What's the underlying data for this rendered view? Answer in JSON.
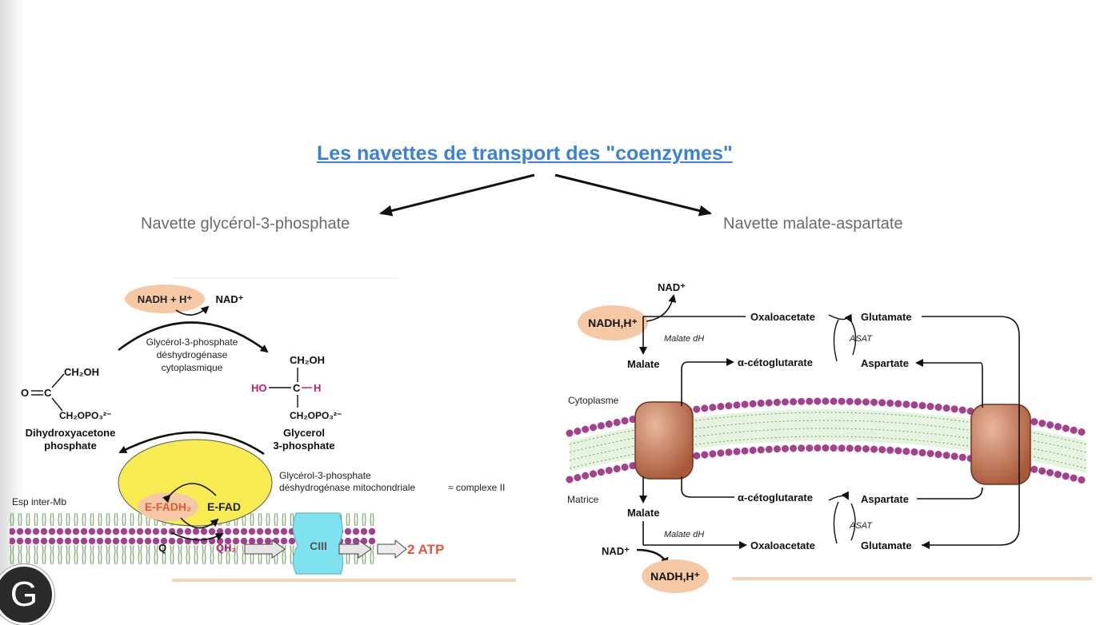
{
  "title": "Les navettes de transport des \"coenzymes\"",
  "left_branch": "Navette glycérol-3-phosphate",
  "right_branch": "Navette malate-aspartate",
  "left": {
    "nadh": "NADH + H⁺",
    "nad": "NAD⁺",
    "enzyme_cyto": [
      "Glycérol-3-phosphate",
      "déshydrogénase",
      "cytoplasmique"
    ],
    "dhap_name": [
      "Dihydroxyacetone",
      "phosphate"
    ],
    "g3p_name": [
      "Glycerol",
      "3-phosphate"
    ],
    "enzyme_mito": [
      "Glycérol-3-phosphate",
      "déshydrogénase mitochondriale"
    ],
    "complex_note": "≈ complexe II",
    "esp_label": "Esp inter-Mb",
    "efadh2": "E-FADH₂",
    "efad": "E-FAD",
    "q": "Q",
    "qh2": "QH₂",
    "ciii": "CIII",
    "atp": "2 ATP"
  },
  "right": {
    "nad_top": "NAD⁺",
    "nadh_top": "NADH,H⁺",
    "malate_dh_top": "Malate dH",
    "malate_top": "Malate",
    "oxaloacetate_top": "Oxaloacetate",
    "glutamate_top": "Glutamate",
    "asat_top": "ASAT",
    "akg_top": "α-cétoglutarate",
    "aspartate_top": "Aspartate",
    "cytoplasme": "Cytoplasme",
    "matrice": "Matrice",
    "akg_bottom": "α-cétoglutarate",
    "aspartate_bottom": "Aspartate",
    "asat_bottom": "ASAT",
    "malate_bottom": "Malate",
    "malate_dh_bottom": "Malate dH",
    "nad_bottom": "NAD⁺",
    "oxaloacetate_bottom": "Oxaloacetate",
    "glutamate_bottom": "Glutamate",
    "nadh_bottom": "NADH,H⁺"
  },
  "logo_letter": "G",
  "colors": {
    "title": "#3b82d6",
    "atp": "#e8553a",
    "nadh_fill": "#f6c9a6",
    "fad_fill": "#f8ec52",
    "transporter": "#c47a58",
    "ciii": "#7fe3ef",
    "membrane": "#9b3f86",
    "magenta": "#c0196e"
  }
}
